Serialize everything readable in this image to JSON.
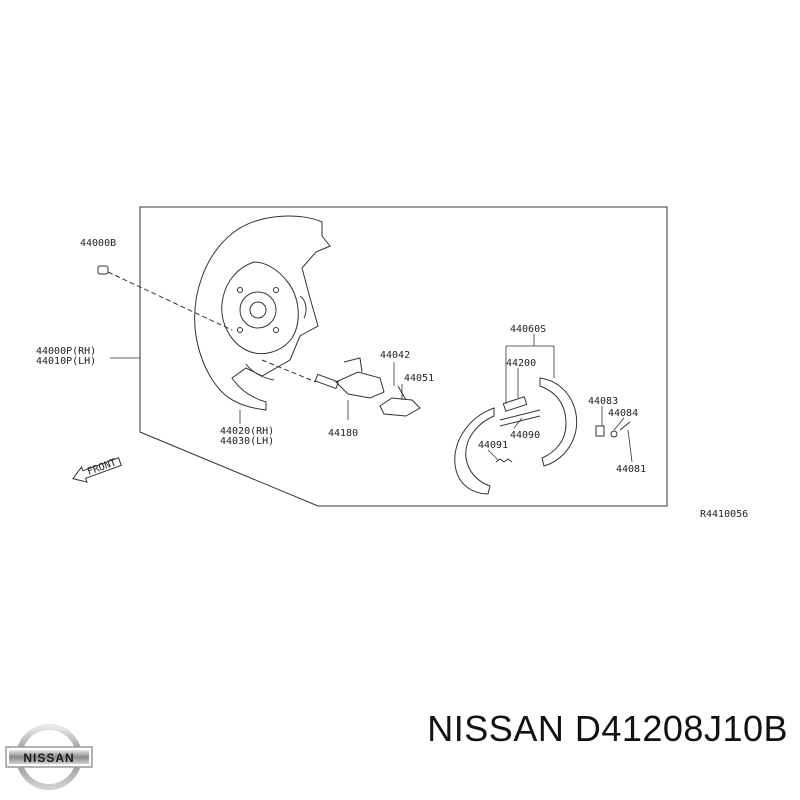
{
  "diagram": {
    "ref_code": "R4410056",
    "direction_label": "FRONT",
    "parts": {
      "p44000B": "44000B",
      "p44000P": "44000P(RH)",
      "p44010P": "44010P(LH)",
      "p44020": "44020(RH)",
      "p44030": "44030(LH)",
      "p44042": "44042",
      "p44051": "44051",
      "p44180": "44180",
      "p44060S": "44060S",
      "p44200": "44200",
      "p44090": "44090",
      "p44091": "44091",
      "p44083": "44083",
      "p44084": "44084",
      "p44081": "44081"
    }
  },
  "brand": {
    "logo_text": "NISSAN",
    "part_number_title": "NISSAN D41208J10B"
  },
  "colors": {
    "line": "#222222",
    "background": "#ffffff"
  }
}
